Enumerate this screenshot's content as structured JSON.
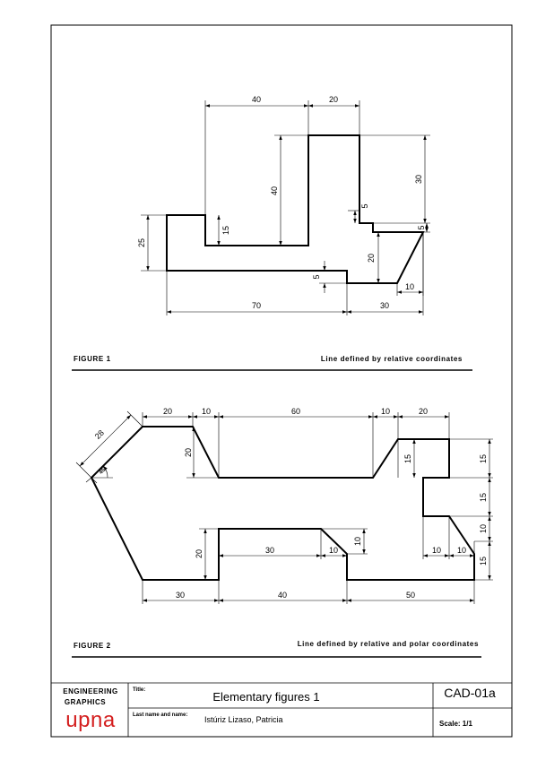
{
  "figure1": {
    "caption": "FIGURE 1",
    "description": "Line defined by relative coordinates",
    "dims": {
      "top_40": "40",
      "top_20": "20",
      "vert_40": "40",
      "vert_30": "30",
      "vert_15": "15",
      "vert_25": "25",
      "vert_5_upper": "5",
      "vert_5_right": "5",
      "vert_20": "20",
      "vert_5_lower": "5",
      "horiz_10": "10",
      "bottom_70": "70",
      "bottom_30": "30"
    }
  },
  "figure2": {
    "caption": "FIGURE 2",
    "description": "Line defined by relative and polar coordinates",
    "dims": {
      "top_20a": "20",
      "top_10a": "10",
      "top_60": "60",
      "top_10b": "10",
      "top_20b": "20",
      "slant_28": "28",
      "angle_45": "45°",
      "vert_20_upper": "20",
      "vert_15_pocket": "15",
      "right_15a": "15",
      "right_15b": "15",
      "right_10": "10",
      "right_15c": "15",
      "inner_10a": "10",
      "inner_10b": "10",
      "vert_20_lower": "20",
      "horiz_30": "30",
      "chamfer_10h": "10",
      "chamfer_10v": "10",
      "bottom_30": "30",
      "bottom_40": "40",
      "bottom_50": "50"
    }
  },
  "title_block": {
    "dept_line1": "ENGINEERING",
    "dept_line2": "GRAPHICS",
    "logo": "upna",
    "logo_color": "#d41f1f",
    "title_label": "Title:",
    "title": "Elementary figures 1",
    "name_label": "Last name and name:",
    "name": "Istúriz Lizaso, Patricia",
    "code": "CAD-01a",
    "scale": "Scale: 1/1"
  }
}
